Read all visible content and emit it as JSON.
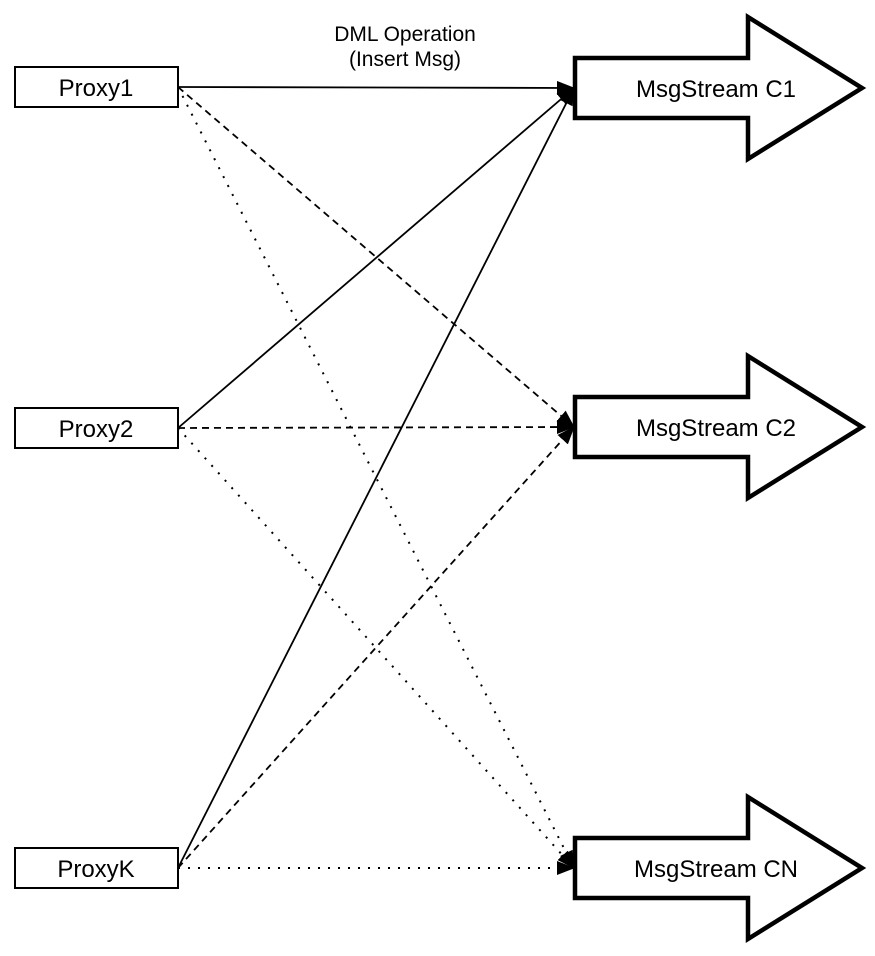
{
  "diagram": {
    "title_label": {
      "line1": "DML Operation",
      "line2": "(Insert Msg)"
    },
    "proxies": [
      {
        "id": "proxy1",
        "label": "Proxy1"
      },
      {
        "id": "proxy2",
        "label": "Proxy2"
      },
      {
        "id": "proxyk",
        "label": "ProxyK"
      }
    ],
    "streams": [
      {
        "id": "c1",
        "label": "MsgStream C1"
      },
      {
        "id": "c2",
        "label": "MsgStream C2"
      },
      {
        "id": "cn",
        "label": "MsgStream CN"
      }
    ],
    "connections": [
      {
        "from": "Proxy1",
        "to": "MsgStream C1",
        "style": "solid"
      },
      {
        "from": "Proxy2",
        "to": "MsgStream C1",
        "style": "solid"
      },
      {
        "from": "ProxyK",
        "to": "MsgStream C1",
        "style": "solid"
      },
      {
        "from": "Proxy1",
        "to": "MsgStream C2",
        "style": "dashed"
      },
      {
        "from": "Proxy2",
        "to": "MsgStream C2",
        "style": "dashed"
      },
      {
        "from": "ProxyK",
        "to": "MsgStream C2",
        "style": "dashed"
      },
      {
        "from": "Proxy1",
        "to": "MsgStream CN",
        "style": "dotted"
      },
      {
        "from": "Proxy2",
        "to": "MsgStream CN",
        "style": "dotted"
      },
      {
        "from": "ProxyK",
        "to": "MsgStream CN",
        "style": "dotted"
      }
    ],
    "colors": {
      "stroke": "#000000",
      "fill": "#ffffff"
    }
  }
}
